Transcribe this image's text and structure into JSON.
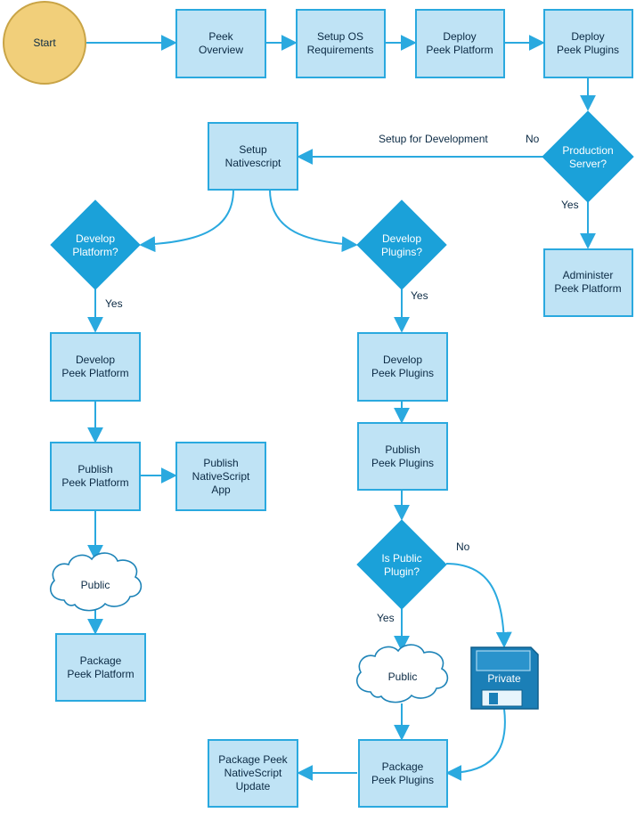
{
  "nodes": {
    "start": "Start",
    "peek_overview": [
      "Peek",
      "Overview"
    ],
    "setup_os": [
      "Setup OS",
      "Requirements"
    ],
    "deploy_platform": [
      "Deploy",
      "Peek Platform"
    ],
    "deploy_plugins": [
      "Deploy",
      "Peek Plugins"
    ],
    "production_server": [
      "Production",
      "Server?"
    ],
    "administer": [
      "Administer",
      "Peek Platform"
    ],
    "setup_nativescript": [
      "Setup",
      "Nativescript"
    ],
    "develop_platform_q": [
      "Develop",
      "Platform?"
    ],
    "develop_plugins_q": [
      "Develop",
      "Plugins?"
    ],
    "develop_platform": [
      "Develop",
      "Peek Platform"
    ],
    "publish_platform": [
      "Publish",
      "Peek Platform"
    ],
    "publish_nativescript_app": [
      "Publish",
      "NativeScript",
      "App"
    ],
    "public_cloud_left": "Public",
    "package_platform": [
      "Package",
      "Peek Platform"
    ],
    "develop_plugins": [
      "Develop",
      "Peek Plugins"
    ],
    "publish_plugins": [
      "Publish",
      "Peek Plugins"
    ],
    "is_public_plugin": [
      "Is Public",
      "Plugin?"
    ],
    "public_cloud_right": "Public",
    "private_disk": "Private",
    "package_plugins": [
      "Package",
      "Peek Plugins"
    ],
    "package_nativescript_update": [
      "Package Peek",
      "NativeScript",
      "Update"
    ]
  },
  "edge_labels": {
    "setup_for_dev": "Setup for Development",
    "no_production": "No",
    "yes_production": "Yes",
    "yes_platform": "Yes",
    "yes_plugins": "Yes",
    "no_public": "No",
    "yes_public": "Yes"
  },
  "colors": {
    "box_fill": "#bfe3f5",
    "box_stroke": "#2aa9df",
    "decision_fill": "#1ba1d9",
    "start_fill": "#f1cf7a",
    "edge": "#2aa9df",
    "disk": "#1b7fb7"
  }
}
